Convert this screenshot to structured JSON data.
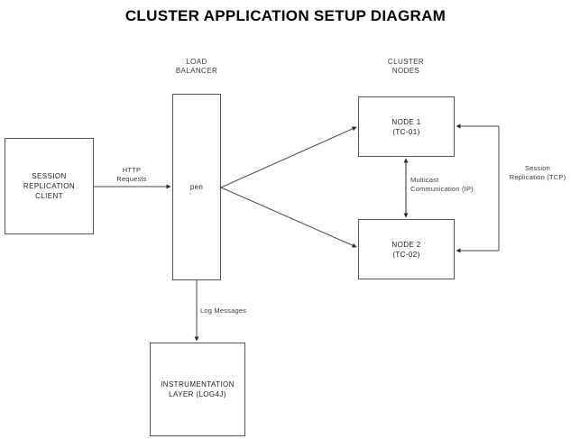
{
  "title": "CLUSTER APPLICATION SETUP DIAGRAM",
  "colors": {
    "background": "#ffffff",
    "box_border": "#555555",
    "line": "#4a4a4a",
    "text": "#1a1a1a",
    "label_text": "#3a3a3a"
  },
  "group_labels": {
    "load_balancer": "LOAD\nBALANCER",
    "cluster_nodes": "CLUSTER\nNODES"
  },
  "boxes": {
    "client": {
      "line1": "SESSION REPLICATION",
      "line2": "CLIENT"
    },
    "load_balancer": {
      "line1": "pen"
    },
    "node1": {
      "line1": "NODE 1",
      "line2": "(TC-01)"
    },
    "node2": {
      "line1": "NODE 2",
      "line2": "(TC-02)"
    },
    "instrumentation": {
      "line1": "INSTRUMENTATION",
      "line2": "LAYER (LOG4J)"
    }
  },
  "edge_labels": {
    "http_requests": "HTTP\nRequests",
    "multicast": "Multicast\nCommunication (IP)",
    "session_replication": "Session\nReplication (TCP)",
    "log_messages": "Log Messages"
  }
}
